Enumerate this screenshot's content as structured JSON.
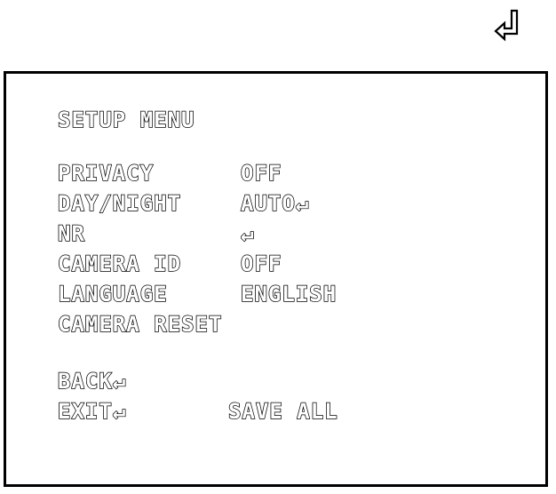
{
  "menu": {
    "title": "SETUP MENU",
    "items": [
      {
        "label": "PRIVACY",
        "value": "OFF"
      },
      {
        "label": "DAY/NIGHT",
        "value": "AUTO↵"
      },
      {
        "label": "NR",
        "value": "↵"
      },
      {
        "label": "CAMERA ID",
        "value": "OFF"
      },
      {
        "label": "LANGUAGE",
        "value": "ENGLISH"
      },
      {
        "label": "CAMERA RESET",
        "value": ""
      }
    ],
    "back_label": "BACK↵",
    "exit_label": "EXIT↵",
    "save_label": "SAVE ALL"
  },
  "icons": {
    "top_right": "enter-return-icon"
  }
}
